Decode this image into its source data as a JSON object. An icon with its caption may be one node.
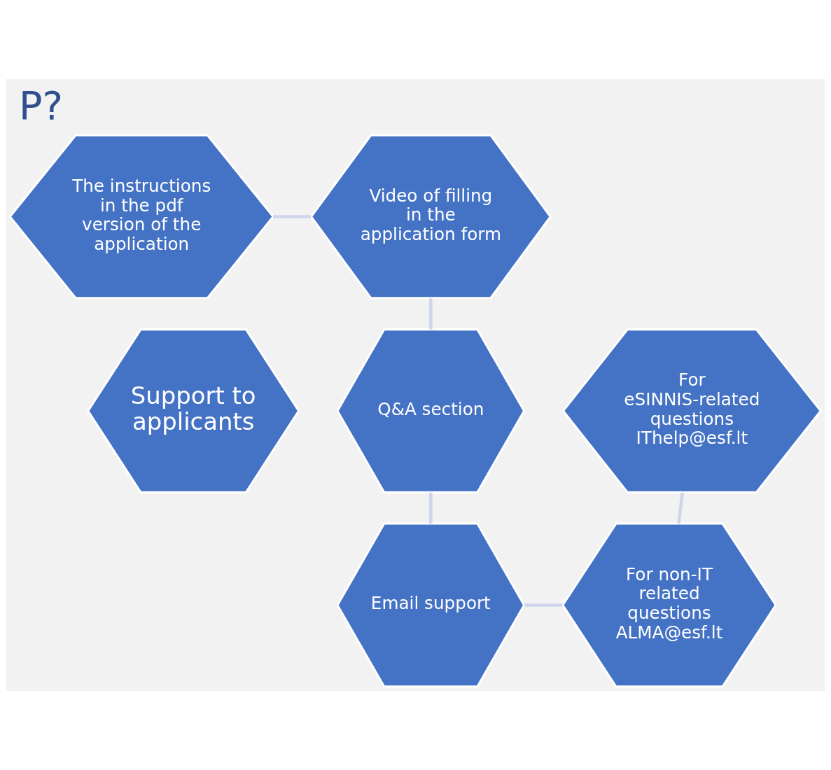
{
  "diagram": {
    "title": "P?",
    "nodes": [
      {
        "text": [
          "Support to applicants"
        ]
      },
      {
        "text": [
          "The instructions in the pdf version of the application"
        ]
      },
      {
        "text": [
          "Video of filling in the application form"
        ]
      },
      {
        "text": [
          "Q&A section"
        ]
      },
      {
        "text": [
          "Email support"
        ]
      },
      {
        "text": [
          "For non-IT related questions ALMA@esf.lt"
        ]
      },
      {
        "text": [
          "For eSINNIS-related questions IThelp@esf.lt"
        ]
      }
    ],
    "edges": [
      {
        "from": 1,
        "to": 2,
        "arrow": "none"
      },
      {
        "from": 2,
        "to": 3,
        "arrow": "none"
      },
      {
        "from": 3,
        "to": 4,
        "arrow": "none"
      },
      {
        "from": 4,
        "to": 5,
        "arrow": "none"
      },
      {
        "from": 5,
        "to": 6,
        "arrow": "none"
      }
    ]
  }
}
